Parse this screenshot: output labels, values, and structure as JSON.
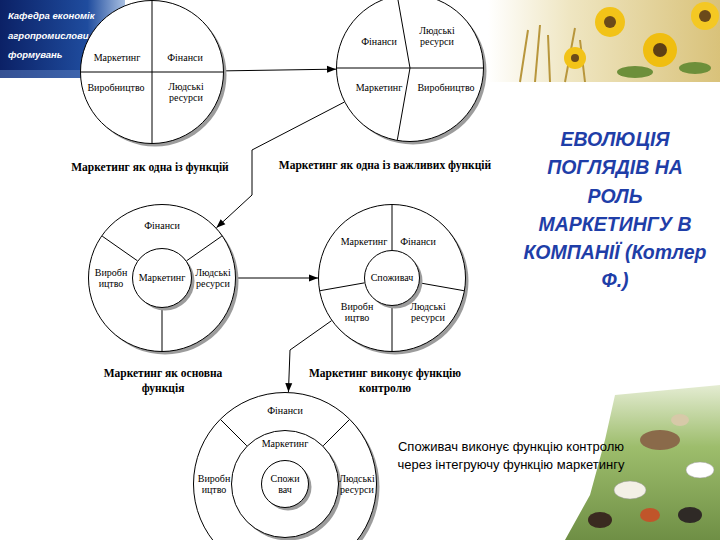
{
  "diagram": {
    "title": "ЕВОЛЮЦІЯ ПОГЛЯДІВ НА РОЛЬ МАРКЕТИНГУ В КОМПАНІЇ (Котлер Ф.)",
    "nodes": [
      {
        "text": [
          "Маркетинг",
          "Фінанси",
          "Виробництво",
          "Людські ресурси",
          "Маркетинг як одна із функцій"
        ]
      },
      {
        "text": [
          "Фінанси",
          "Людські ресурси",
          "Маркетинг",
          "Виробництво",
          "Маркетинг як одна із важливих функцій"
        ]
      },
      {
        "text": [
          "Фінанси",
          "Виробн ицтво",
          "Людські ресурси",
          "Маркетинг як основна функція"
        ]
      },
      {
        "text": [
          "Маркетинг"
        ],
        "in": 2
      },
      {
        "text": [
          "Маркетинг",
          "Фінанси",
          "Виробн ицтво",
          "Людські ресурси",
          "Маркетинг виконує функцію контролю"
        ]
      },
      {
        "text": [
          "Споживач"
        ],
        "in": 4
      },
      {
        "text": [
          "Фінанси",
          "Виробн ицтво",
          "Людські ресурси"
        ]
      },
      {
        "text": [
          "Маркетинг"
        ],
        "in": 6
      },
      {
        "text": [
          "Спожи вач"
        ],
        "in": 7
      }
    ],
    "edges": [
      {
        "from": 0,
        "to": 1,
        "arrow": "to"
      },
      {
        "from": 1,
        "to": 2,
        "arrow": "to"
      },
      {
        "from": 2,
        "to": 4,
        "arrow": "to"
      },
      {
        "from": 4,
        "to": 6,
        "arrow": "to"
      }
    ],
    "labels": [
      "Кафедра економік",
      "агропромислови",
      "формувань",
      "Споживач виконує функцію контролю через інтегруючу функцію маркетингу"
    ]
  }
}
